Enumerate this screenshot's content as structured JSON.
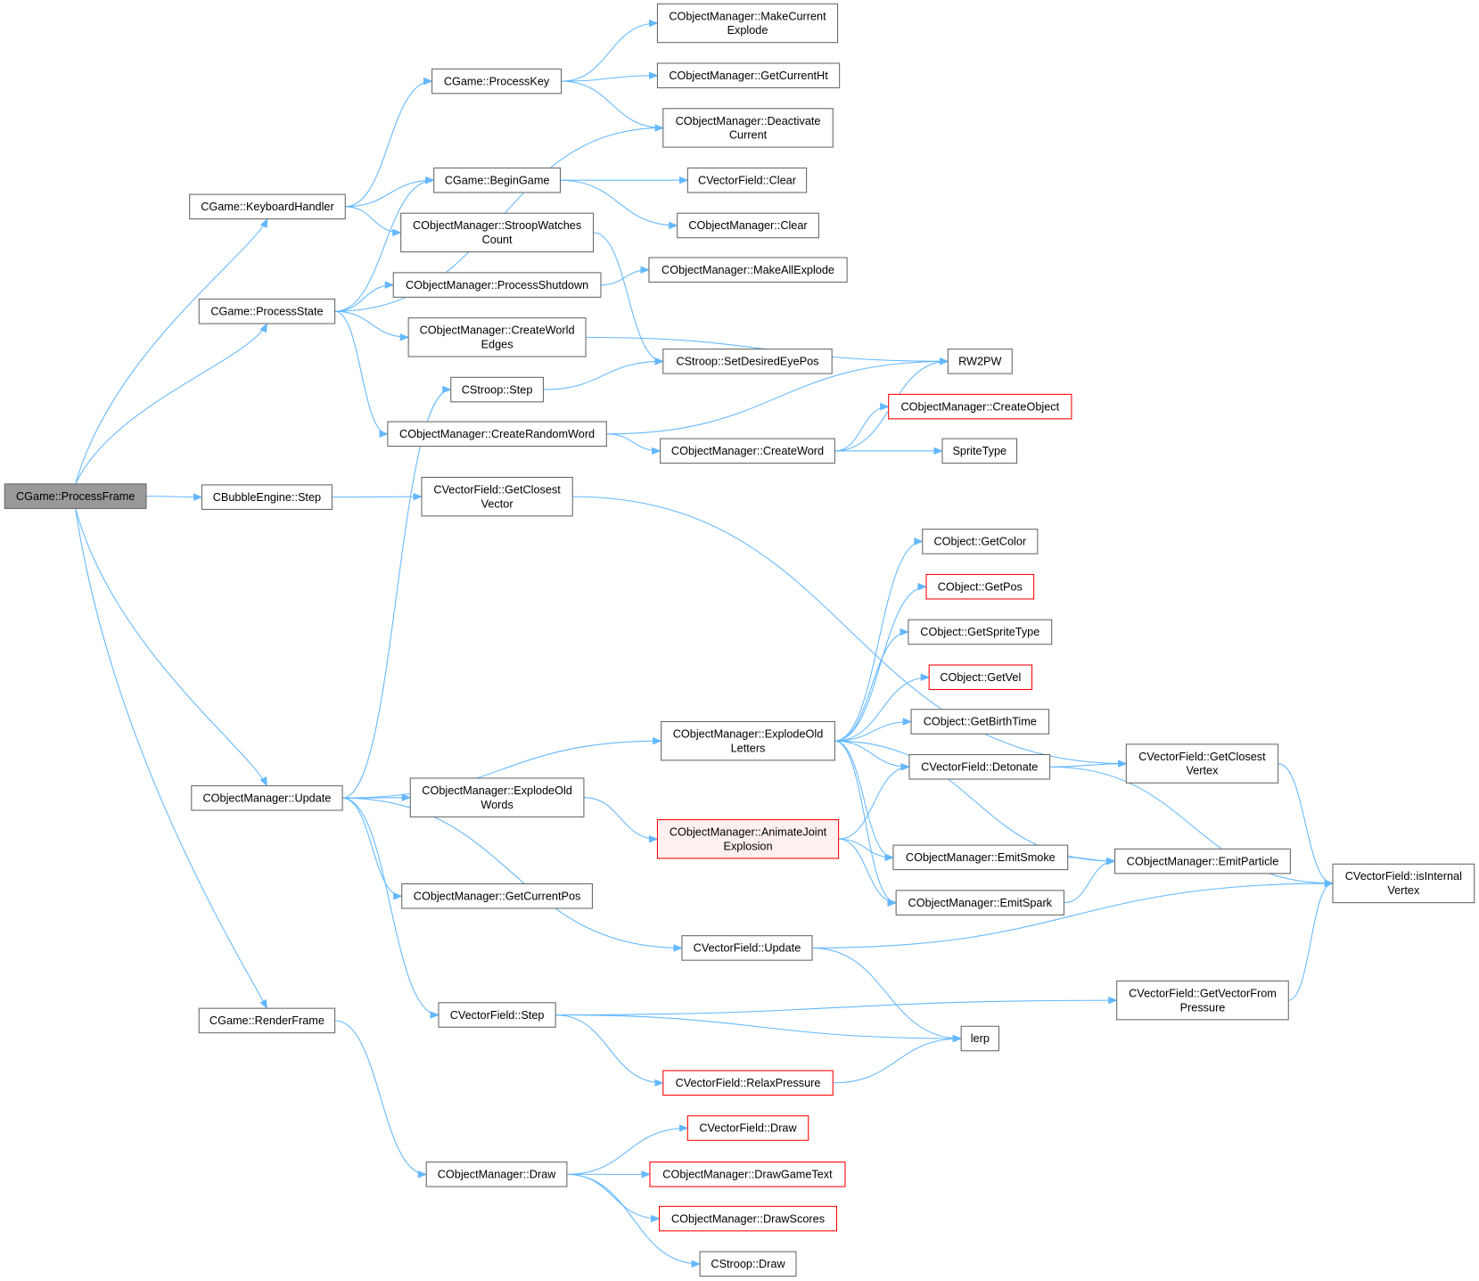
{
  "colors": {
    "edge": "#63b8ff",
    "root_fill": "#999999",
    "missing_border": "#ff0000",
    "highlight_fill": "#fff0f0"
  },
  "nodes": [
    {
      "lines": [
        "CGame::ProcessFrame"
      ],
      "style": "root"
    },
    {
      "lines": [
        "CGame::KeyboardHandler"
      ]
    },
    {
      "lines": [
        "CGame::ProcessState"
      ]
    },
    {
      "lines": [
        "CBubbleEngine::Step"
      ]
    },
    {
      "lines": [
        "CObjectManager::Update"
      ]
    },
    {
      "lines": [
        "CGame::RenderFrame"
      ]
    },
    {
      "lines": [
        "CGame::ProcessKey"
      ]
    },
    {
      "lines": [
        "CGame::BeginGame"
      ]
    },
    {
      "lines": [
        "CObjectManager::StroopWatches",
        "Count"
      ]
    },
    {
      "lines": [
        "CObjectManager::ProcessShutdown"
      ]
    },
    {
      "lines": [
        "CObjectManager::CreateWorld",
        "Edges"
      ]
    },
    {
      "lines": [
        "CStroop::Step"
      ]
    },
    {
      "lines": [
        "CObjectManager::CreateRandomWord"
      ]
    },
    {
      "lines": [
        "CVectorField::GetClosest",
        "Vector"
      ]
    },
    {
      "lines": [
        "CObjectManager::ExplodeOld",
        "Words"
      ]
    },
    {
      "lines": [
        "CObjectManager::GetCurrentPos"
      ]
    },
    {
      "lines": [
        "CVectorField::Step"
      ]
    },
    {
      "lines": [
        "CObjectManager::Draw"
      ]
    },
    {
      "lines": [
        "CObjectManager::MakeCurrent",
        "Explode"
      ]
    },
    {
      "lines": [
        "CObjectManager::GetCurrentHt"
      ]
    },
    {
      "lines": [
        "CObjectManager::Deactivate",
        "Current"
      ]
    },
    {
      "lines": [
        "CVectorField::Clear"
      ]
    },
    {
      "lines": [
        "CObjectManager::Clear"
      ]
    },
    {
      "lines": [
        "CObjectManager::MakeAllExplode"
      ]
    },
    {
      "lines": [
        "CStroop::SetDesiredEyePos"
      ]
    },
    {
      "lines": [
        "CObjectManager::CreateWord"
      ]
    },
    {
      "lines": [
        "CObjectManager::ExplodeOld",
        "Letters"
      ]
    },
    {
      "lines": [
        "CObjectManager::AnimateJoint",
        "Explosion"
      ],
      "style": "redfill"
    },
    {
      "lines": [
        "CVectorField::Update"
      ]
    },
    {
      "lines": [
        "CVectorField::RelaxPressure"
      ],
      "style": "red"
    },
    {
      "lines": [
        "CVectorField::Draw"
      ],
      "style": "red"
    },
    {
      "lines": [
        "CObjectManager::DrawGameText"
      ],
      "style": "red"
    },
    {
      "lines": [
        "CObjectManager::DrawScores"
      ],
      "style": "red"
    },
    {
      "lines": [
        "CStroop::Draw"
      ]
    },
    {
      "lines": [
        "RW2PW"
      ]
    },
    {
      "lines": [
        "CObjectManager::CreateObject"
      ],
      "style": "red"
    },
    {
      "lines": [
        "SpriteType"
      ]
    },
    {
      "lines": [
        "CObject::GetColor"
      ]
    },
    {
      "lines": [
        "CObject::GetPos"
      ],
      "style": "red"
    },
    {
      "lines": [
        "CObject::GetSpriteType"
      ]
    },
    {
      "lines": [
        "CObject::GetVel"
      ],
      "style": "red"
    },
    {
      "lines": [
        "CObject::GetBirthTime"
      ]
    },
    {
      "lines": [
        "CVectorField::Detonate"
      ]
    },
    {
      "lines": [
        "CObjectManager::EmitSmoke"
      ]
    },
    {
      "lines": [
        "CObjectManager::EmitSpark"
      ]
    },
    {
      "lines": [
        "lerp"
      ]
    },
    {
      "lines": [
        "CVectorField::GetClosest",
        "Vertex"
      ]
    },
    {
      "lines": [
        "CObjectManager::EmitParticle"
      ]
    },
    {
      "lines": [
        "CVectorField::isInternal",
        "Vertex"
      ]
    },
    {
      "lines": [
        "CVectorField::GetVectorFrom",
        "Pressure"
      ]
    }
  ],
  "edges": [
    [
      0,
      1
    ],
    [
      0,
      2
    ],
    [
      0,
      3
    ],
    [
      0,
      4
    ],
    [
      0,
      5
    ],
    [
      1,
      6
    ],
    [
      1,
      7
    ],
    [
      1,
      8
    ],
    [
      2,
      20
    ],
    [
      2,
      7
    ],
    [
      2,
      9
    ],
    [
      2,
      10
    ],
    [
      2,
      12
    ],
    [
      3,
      13
    ],
    [
      4,
      11
    ],
    [
      4,
      26
    ],
    [
      4,
      14
    ],
    [
      4,
      15
    ],
    [
      4,
      28
    ],
    [
      4,
      16
    ],
    [
      5,
      17
    ],
    [
      6,
      18
    ],
    [
      6,
      19
    ],
    [
      6,
      20
    ],
    [
      7,
      21
    ],
    [
      7,
      22
    ],
    [
      8,
      24
    ],
    [
      9,
      23
    ],
    [
      10,
      34
    ],
    [
      11,
      24
    ],
    [
      12,
      34
    ],
    [
      12,
      25
    ],
    [
      13,
      46
    ],
    [
      25,
      34
    ],
    [
      25,
      35
    ],
    [
      25,
      36
    ],
    [
      26,
      37
    ],
    [
      26,
      38
    ],
    [
      26,
      39
    ],
    [
      26,
      40
    ],
    [
      26,
      41
    ],
    [
      26,
      42
    ],
    [
      26,
      43
    ],
    [
      26,
      44
    ],
    [
      26,
      47
    ],
    [
      14,
      27
    ],
    [
      27,
      42
    ],
    [
      27,
      43
    ],
    [
      27,
      44
    ],
    [
      42,
      46
    ],
    [
      42,
      48
    ],
    [
      43,
      47
    ],
    [
      44,
      47
    ],
    [
      46,
      48
    ],
    [
      28,
      48
    ],
    [
      28,
      45
    ],
    [
      16,
      49
    ],
    [
      16,
      45
    ],
    [
      16,
      29
    ],
    [
      29,
      45
    ],
    [
      49,
      48
    ],
    [
      17,
      30
    ],
    [
      17,
      31
    ],
    [
      17,
      32
    ],
    [
      17,
      33
    ]
  ]
}
